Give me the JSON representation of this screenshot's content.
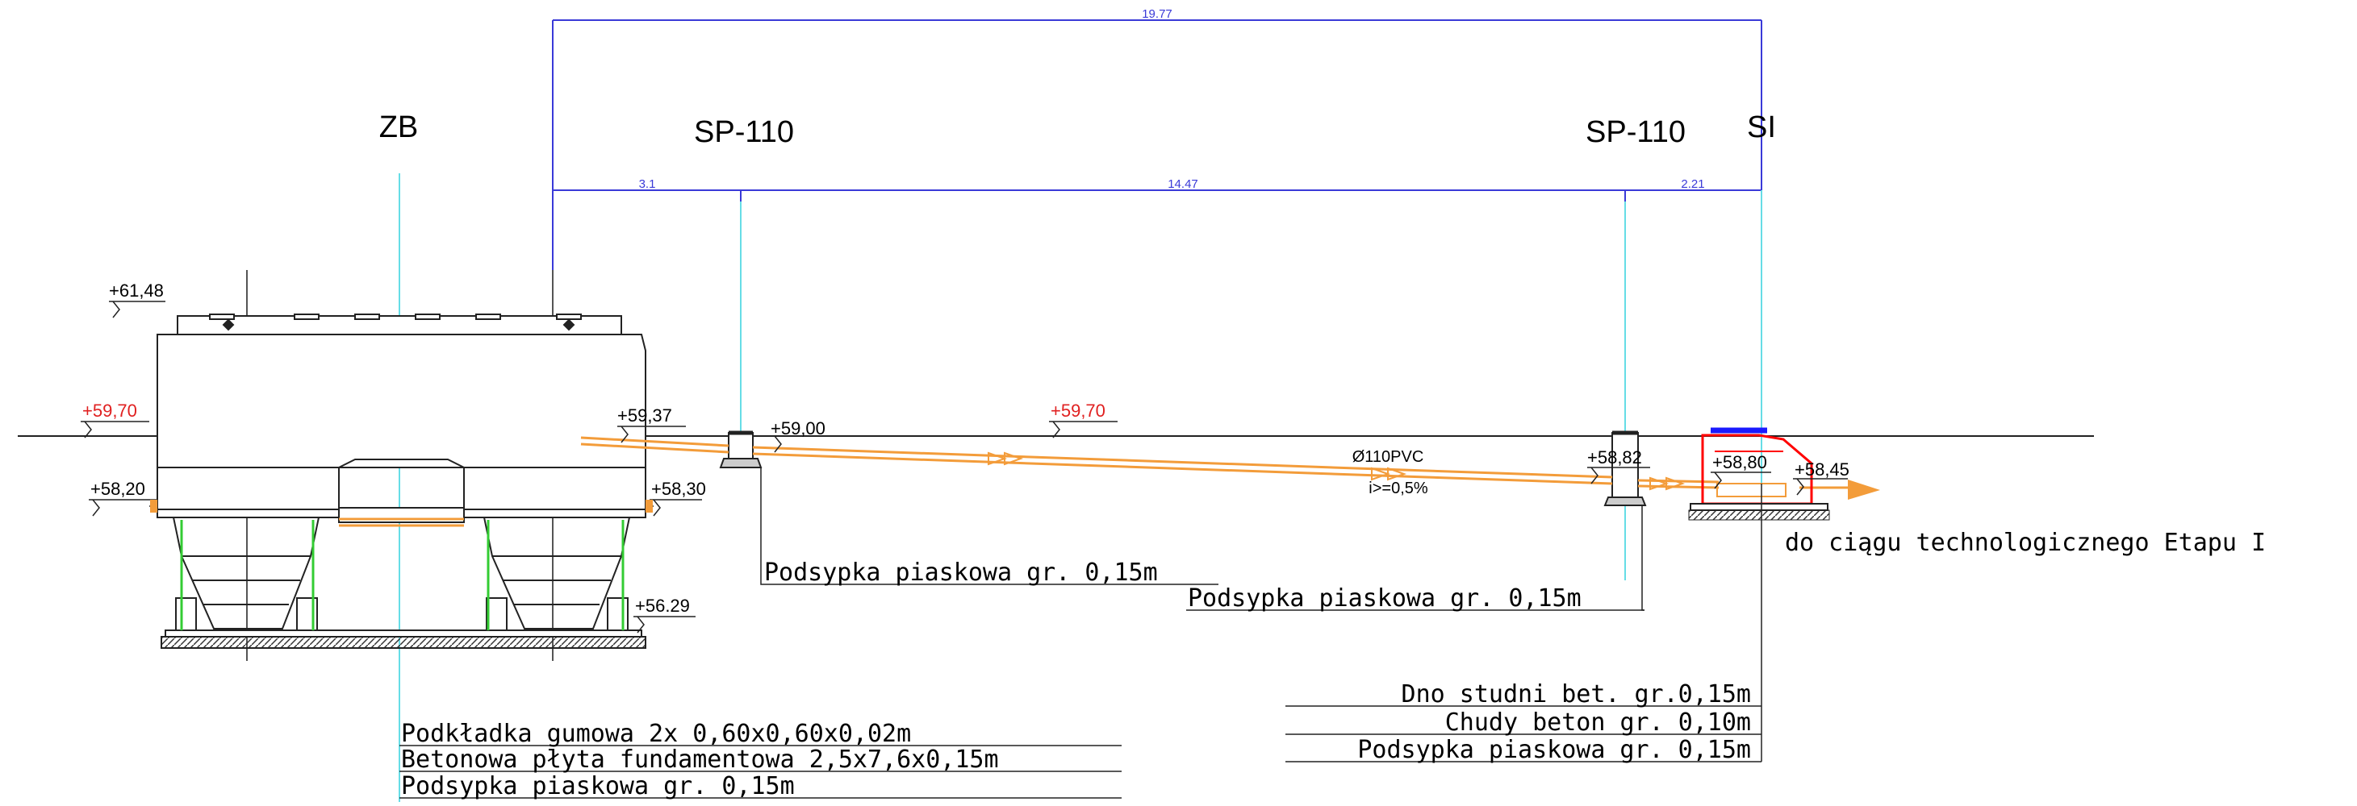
{
  "labels": {
    "zb": "ZB",
    "sp1": "SP-110",
    "sp2": "SP-110",
    "si": "SI"
  },
  "dimensions": {
    "total": "19.77",
    "seg1": "3.1",
    "seg2": "14.47",
    "seg3": "2.21"
  },
  "elevations": {
    "top_tank": "+61,48",
    "ground_left": "+59,70",
    "inlet_tank": "+59,37",
    "sp1_inlet": "+59,00",
    "ground_mid": "+59,70",
    "sp2_inlet": "+58,82",
    "si_left": "+58,80",
    "si_right": "+58,45",
    "tank_left_pipe": "+58,20",
    "tank_right_pipe": "+58,30",
    "tank_bottom": "+56.29"
  },
  "pipe": {
    "diameter": "Ø110PVC",
    "slope": "i>=0,5%"
  },
  "notes": {
    "sand_sp1": "Podsypka piaskowa gr. 0,15m",
    "sand_sp2": "Podsypka piaskowa gr. 0,15m",
    "outlet": "do ciągu technologicznego Etapu I",
    "tank_layers": [
      "Podkładka gumowa 2x 0,60x0,60x0,02m",
      "Betonowa płyta fundamentowa 2,5x7,6x0,15m",
      "Podsypka piaskowa gr. 0,15m"
    ],
    "si_layers": [
      "Dno studni bet. gr.0,15m",
      "Chudy beton gr. 0,10m",
      "Podsypka piaskowa gr. 0,15m"
    ]
  },
  "colors": {
    "pipe": "#f39c3a",
    "dimension": "#3a3ad8",
    "axis": "#66dde6",
    "elevation_red": "#e02020",
    "support": "#33cc33",
    "si_outline": "#ff0000",
    "si_cover": "#1a1aff"
  }
}
